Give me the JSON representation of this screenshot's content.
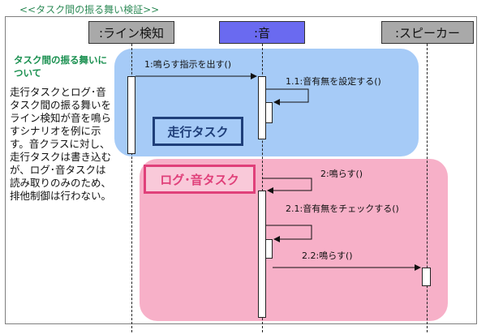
{
  "title": "<<タスク間の振る舞い検証>>",
  "lifelines": {
    "line": ":ライン検知",
    "sound": ":音",
    "speaker": ":スピーカー"
  },
  "sidebar": {
    "heading": "タスク間の振る舞いについて",
    "body": "走行タスクとログ･音タスク間の振る舞いをライン検知が音を鳴らすシナリオを例に示す。音クラスに対し、走行タスクは書き込むが、ログ･音タスクは読み取りのみのため、排他制御は行わない。"
  },
  "regions": {
    "run": "走行タスク",
    "log": "ログ･音タスク"
  },
  "messages": {
    "m1": "1:鳴らす指示を出す()",
    "m1_1": "1.1:音有無を設定する()",
    "m2": "2:鳴らす()",
    "m2_1": "2.1:音有無をチェックする()",
    "m2_2": "2.2:鳴らす()"
  },
  "colors": {
    "run_region": "#a6cbf7",
    "log_region": "#f7b0c8",
    "run_label": "#1f3f7a",
    "log_label": "#e0407a",
    "sound_head": "#6a6af0",
    "other_head": "#a9a9a9",
    "title": "#2e8b57"
  }
}
